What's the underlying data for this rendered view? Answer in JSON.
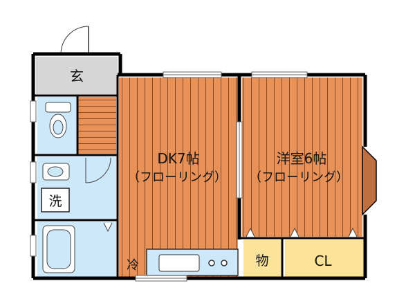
{
  "rooms": {
    "entrance": "玄",
    "dk": "DK7帖",
    "dk_floor": "（フローリング）",
    "western": "洋室6帖",
    "western_floor": "（フローリング）",
    "storage": "物",
    "closet": "CL",
    "laundry": "洗",
    "fridge": "冷"
  },
  "colors": {
    "floor": "#e8925a",
    "floor_line": "#8a4a1f",
    "entrance": "#d6d6d6",
    "wet": "#cde7fb",
    "storage": "#fbe39a",
    "wall": "#000000",
    "bay": "#c07040"
  }
}
